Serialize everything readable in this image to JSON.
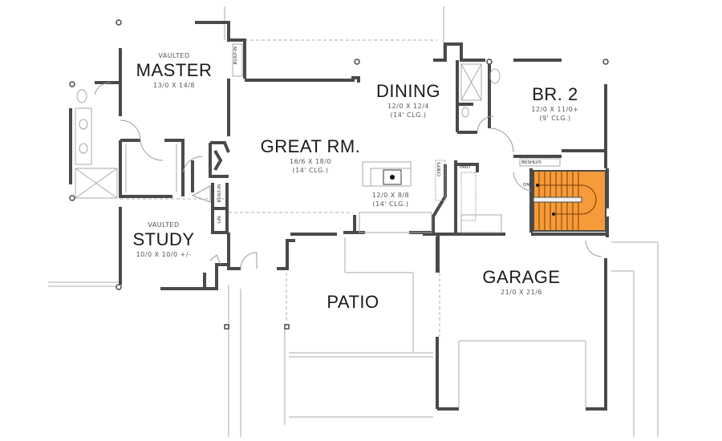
{
  "plan": {
    "colors": {
      "wall": "#4a4a4a",
      "wall_fill": "#ffffff",
      "light_line": "#cfcfcf",
      "stair_fill": "#f59b3a",
      "stair_line": "#7a3c00"
    },
    "rooms": [
      {
        "id": "master",
        "vaulted": "VAULTED",
        "name": "MASTER",
        "size": "13/0 X 14/8",
        "ceiling": ""
      },
      {
        "id": "dining",
        "vaulted": "",
        "name": "DINING",
        "size": "12/0 X 12/4",
        "ceiling": "(14' CLG.)"
      },
      {
        "id": "br2",
        "vaulted": "",
        "name": "BR. 2",
        "size": "12/0 X 11/0+",
        "ceiling": "(9' CLG.)"
      },
      {
        "id": "great",
        "vaulted": "",
        "name": "GREAT RM.",
        "size": "16/6 X 18/0",
        "ceiling": "(14' CLG.)"
      },
      {
        "id": "kitchen",
        "vaulted": "",
        "name": "",
        "size": "12/0 X 8/8",
        "ceiling": "(14' CLG.)"
      },
      {
        "id": "study",
        "vaulted": "VAULTED",
        "name": "STUDY",
        "size": "10/0 X 10/0 +/-",
        "ceiling": ""
      },
      {
        "id": "patio",
        "vaulted": "",
        "name": "PATIO",
        "size": "",
        "ceiling": ""
      },
      {
        "id": "garage",
        "vaulted": "",
        "name": "GARAGE",
        "size": "21/0 X 21/6",
        "ceiling": ""
      }
    ],
    "small_labels": {
      "built_in_master": "BUILT-IN",
      "built_in_fireplace": "BUILT-IN",
      "linen": "LIN.",
      "pantry": "PANT",
      "chefs": "CHEFS",
      "bookshelves": "BKSHLVS",
      "down": "DN"
    }
  }
}
